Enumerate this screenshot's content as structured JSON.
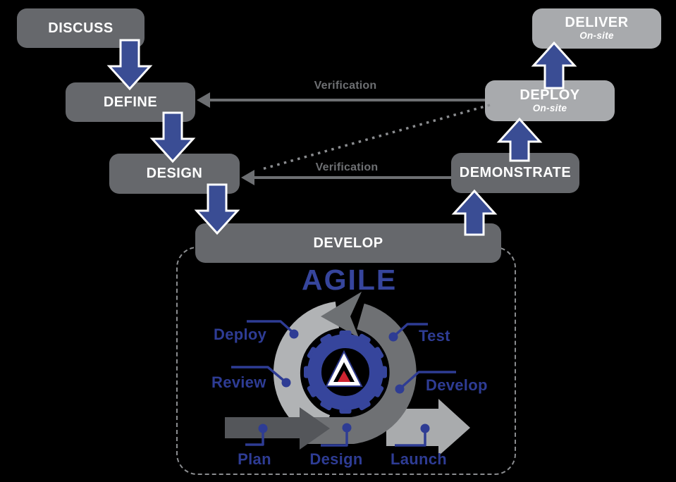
{
  "diagram": {
    "boxes": [
      {
        "id": "discuss",
        "label": "DISCUSS"
      },
      {
        "id": "define",
        "label": "DEFINE"
      },
      {
        "id": "design",
        "label": "DESIGN"
      },
      {
        "id": "develop",
        "label": "DEVELOP"
      },
      {
        "id": "demonstrate",
        "label": "DEMONSTRATE"
      },
      {
        "id": "deploy",
        "label": "DEPLOY",
        "sublabel": "On-site"
      },
      {
        "id": "deliver",
        "label": "DELIVER",
        "sublabel": "On-site"
      }
    ],
    "verification": {
      "top": "Verification",
      "bottom": "Verification"
    },
    "agile": {
      "title": "AGILE",
      "cycle_labels": {
        "deploy": "Deploy",
        "test": "Test",
        "review": "Review",
        "develop": "Develop",
        "plan": "Plan",
        "design": "Design",
        "launch": "Launch"
      }
    },
    "colors": {
      "background": "#000000",
      "dark_box": "#66686c",
      "light_box": "#a8aaad",
      "arrow_blue": "#3a4d94",
      "agile_blue": "#36459c",
      "label_blue": "#2e3c94",
      "line_gray": "#6d6f72",
      "light_arc": "#b1b3b5",
      "dark_arc": "#6f7174",
      "plan_arrow_gray": "#54565a",
      "launch_arrow_gray": "#a9abad",
      "logo_red": "#ce2430"
    }
  }
}
